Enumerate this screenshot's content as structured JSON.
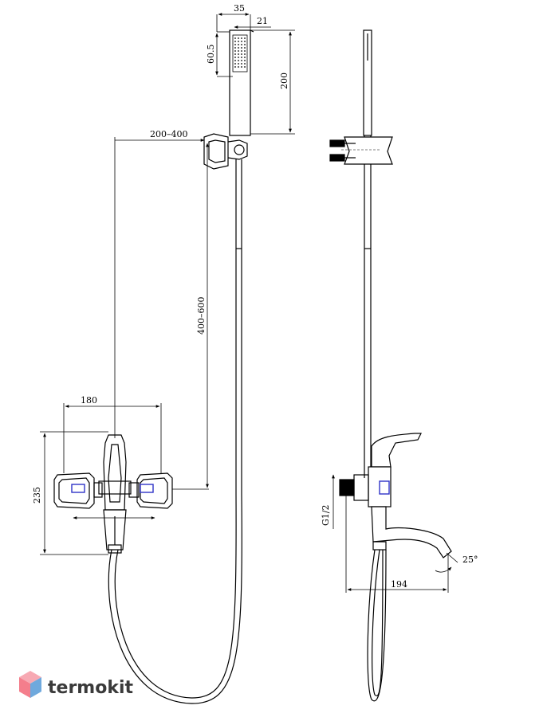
{
  "dimensions": {
    "head_width": "35",
    "head_side": "21",
    "head_spray_height": "60.5",
    "head_length": "200",
    "holder_offset": "200–400",
    "rail_height": "400–600",
    "handles_span": "180",
    "body_height": "235",
    "inlet_thread": "G1/2",
    "spout_reach": "194",
    "spout_angle": "25°"
  },
  "brand": {
    "name": "termokit",
    "color_top": "#f47e8c",
    "color_bottom": "#6fa9dd"
  },
  "colors": {
    "line": "#000000",
    "handle_accent": "#2f33c8"
  }
}
